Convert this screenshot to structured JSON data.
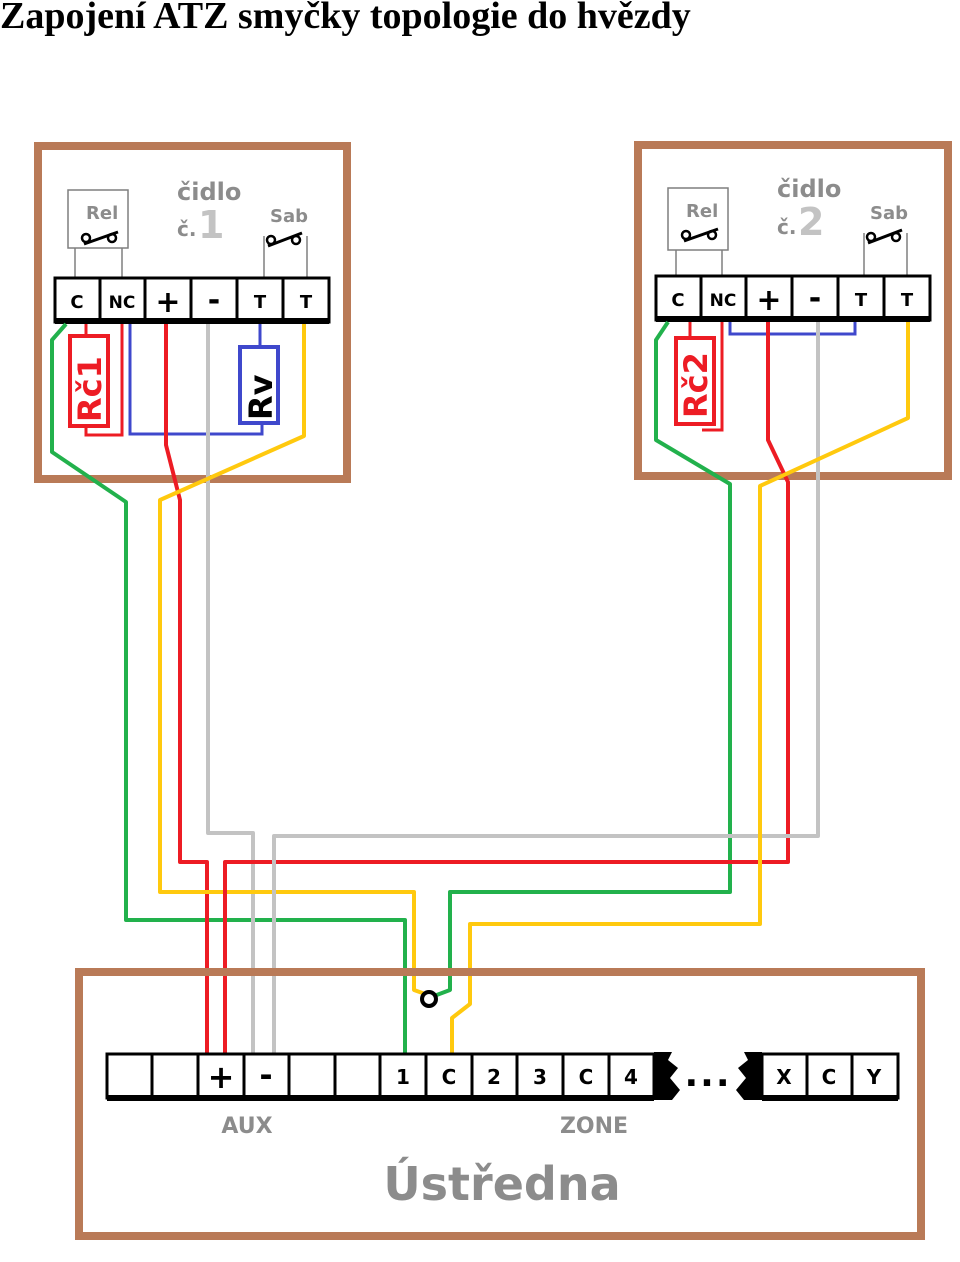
{
  "title": "Zapojení ATZ smyčky topologie do hvězdy",
  "colors": {
    "box_frame": "#b97a57",
    "wire_green": "#22b14c",
    "wire_red": "#ed1c24",
    "wire_yellow": "#ffc90e",
    "wire_gray": "#c3c3c3",
    "wire_blue": "#3f48cc",
    "label_gray": "#8c8c8c"
  },
  "sensors": [
    {
      "name_line1": "čidlo",
      "name_line2": "č.",
      "number": "1",
      "rel_label": "Rel",
      "sab_label": "Sab",
      "terminals": [
        "C",
        "NC",
        "+",
        "-",
        "T",
        "T"
      ],
      "resistor_alarm": "Rč1",
      "resistor_end": "Rv"
    },
    {
      "name_line1": "čidlo",
      "name_line2": "č.",
      "number": "2",
      "rel_label": "Rel",
      "sab_label": "Sab",
      "terminals": [
        "C",
        "NC",
        "+",
        "-",
        "T",
        "T"
      ],
      "resistor_alarm": "Rč2"
    }
  ],
  "panel": {
    "name": "Ústředna",
    "aux_label": "AUX",
    "zone_label": "ZONE",
    "terminals_left": [
      "",
      "",
      "+",
      "-",
      "",
      "",
      "1",
      "C",
      "2",
      "3",
      "C",
      "4"
    ],
    "ellipsis": "...",
    "terminals_right": [
      "X",
      "C",
      "Y"
    ]
  }
}
